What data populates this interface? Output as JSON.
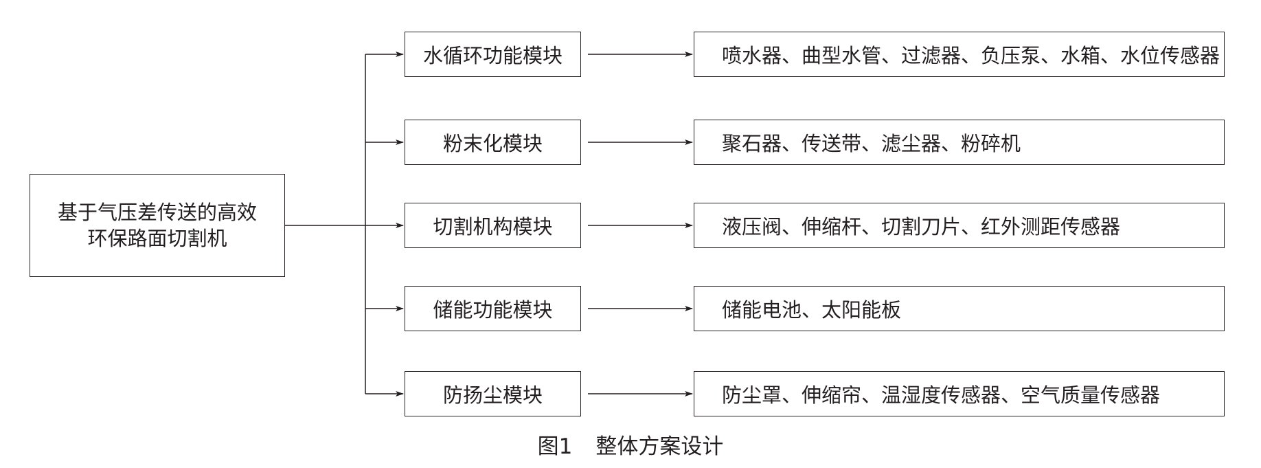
{
  "root": {
    "line1": "基于气压差传送的高效",
    "line2": "环保路面切割机"
  },
  "modules": [
    {
      "label": "水循环功能模块",
      "detail": "喷水器、曲型水管、过滤器、负压泵、水箱、水位传感器"
    },
    {
      "label": "粉末化模块",
      "detail": "聚石器、传送带、滤尘器、粉碎机"
    },
    {
      "label": "切割机构模块",
      "detail": "液压阀、伸缩杆、切割刀片、红外测距传感器"
    },
    {
      "label": "储能功能模块",
      "detail": "储能电池、太阳能板"
    },
    {
      "label": "防扬尘模块",
      "detail": "防尘罩、伸缩帘、温湿度传感器、空气质量传感器"
    }
  ],
  "caption": {
    "number": "图1",
    "title": "整体方案设计"
  },
  "colors": {
    "line": "#231f20",
    "background": "#ffffff"
  }
}
